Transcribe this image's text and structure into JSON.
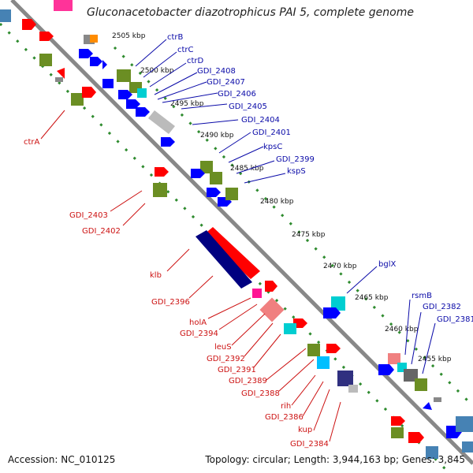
{
  "header": {
    "title": "Gluconacetobacter diazotrophicus PAI 5, complete genome"
  },
  "footer": {
    "accession": "Accession: NC_010125",
    "topology": "Topology: circular; Length: 3,944,163 bp; Genes: 3,845"
  },
  "colors": {
    "backbone": "#888888",
    "tick_dots": "#2e8b2e",
    "label_blue": "#0a0aa8",
    "label_red": "#cc1111"
  },
  "kbp_ticks": [
    "2505 kbp",
    "2500 kbp",
    "2495 kbp",
    "2490 kbp",
    "2485 kbp",
    "2480 kbp",
    "2475 kbp",
    "2470 kbp",
    "2465 kbp",
    "2460 kbp",
    "2455 kbp"
  ],
  "gene_labels_blue": [
    "ctrB",
    "ctrC",
    "ctrD",
    "GDI_2408",
    "GDI_2407",
    "GDI_2406",
    "GDI_2405",
    "GDI_2404",
    "GDI_2401",
    "kpsC",
    "GDI_2399",
    "kspS",
    "bglX",
    "rsmB",
    "GDI_2382",
    "GDI_2381"
  ],
  "gene_labels_red": [
    "ctrA",
    "GDI_2403",
    "GDI_2402",
    "klb",
    "GDI_2396",
    "holA",
    "GDI_2394",
    "leuS",
    "GDI_2392",
    "GDI_2391",
    "GDI_2389",
    "GDI_2388",
    "rih",
    "GDI_2386",
    "kup",
    "GDI_2384"
  ]
}
